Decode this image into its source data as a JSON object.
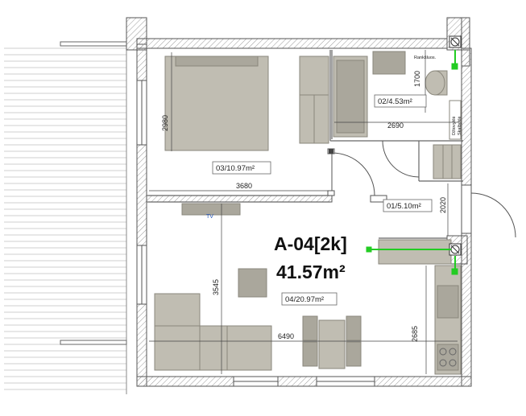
{
  "apartment": {
    "code": "A-04[2k]",
    "area": "41.57m²"
  },
  "rooms": {
    "bedroom": "03/10.97m²",
    "bathroom": "02/4.53m²",
    "hall": "01/5.10m²",
    "living": "04/20.97m²"
  },
  "dimensions": {
    "bedroom_height": "2980",
    "bedroom_width": "3680",
    "bath_height": "1700",
    "bath_width": "2690",
    "hall_height": "2020",
    "living_height": "3545",
    "living_width": "6490",
    "kitchen_height": "2685"
  },
  "labels": {
    "tv": "TV",
    "dryer_line1": "Džiovyklė",
    "dryer_line2": "Skalbyklė",
    "sink_label": "Rankšluos."
  },
  "colors": {
    "wall": "#777777",
    "furniture": "#c0bdb2",
    "furniture_dark": "#aaa79c",
    "accent_green": "#22cc22",
    "terrace_line": "#cfcfcf"
  }
}
